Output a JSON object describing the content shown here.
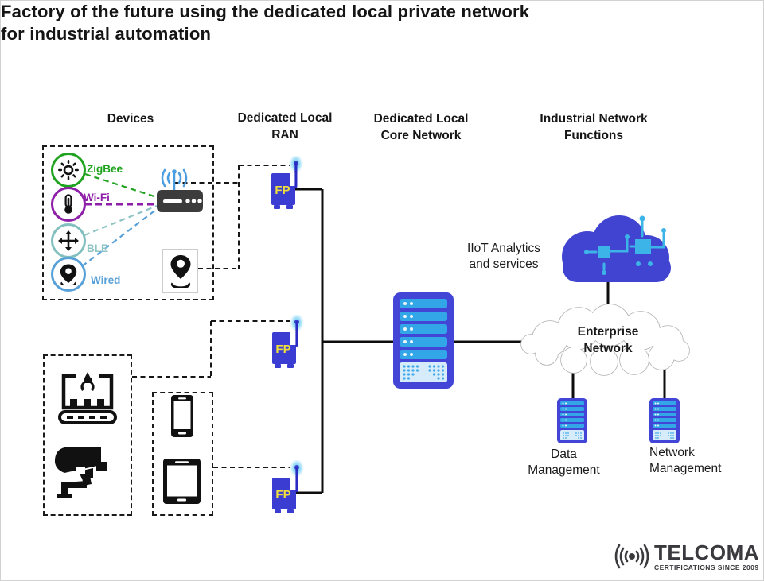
{
  "title": {
    "line1": "Factory of the future using the dedicated local private network",
    "line2": "for industrial automation"
  },
  "columns": {
    "devices": "Devices",
    "ran": {
      "line1": "Dedicated Local",
      "line2": "RAN"
    },
    "core": {
      "line1": "Dedicated Local",
      "line2": "Core Network"
    },
    "industrial": {
      "line1": "Industrial Network",
      "line2": "Functions"
    }
  },
  "devices": {
    "items": [
      {
        "label": "ZigBee",
        "color": "#1fa31f",
        "icon": "sun-icon"
      },
      {
        "label": "Wi-Fi",
        "color": "#8e1fa8",
        "icon": "thermometer-icon"
      },
      {
        "label": "BLE",
        "color": "#8fc4c4",
        "icon": "move-arrows-icon"
      },
      {
        "label": "Wired",
        "color": "#58a0d8",
        "icon": "location-pin-icon"
      }
    ]
  },
  "ran": {
    "fp_label": "FP"
  },
  "iiot": {
    "line1": "IIoT Analytics",
    "line2": "and services"
  },
  "enterprise": {
    "line1": "Enterprise",
    "line2": "Network"
  },
  "management": {
    "data": {
      "line1": "Data",
      "line2": "Management"
    },
    "network": {
      "line1": "Network",
      "line2": "Management"
    }
  },
  "logo": {
    "brand": "TELCOMA",
    "tagline": "CERTIFICATIONS SINCE 2009"
  },
  "colors": {
    "fp_box": "#3b3cd2",
    "fp_text": "#f0e03c",
    "server_body": "#4345d6",
    "server_slat": "#33a6e8",
    "server_panel": "#d7ecfb",
    "cloud_iiot": "#4144d0",
    "circuit_blue": "#3db4e8",
    "antenna_blue": "#4a9de0",
    "glow_blue": "#59c4f2",
    "zigbee_green": "#1fa31f",
    "wifi_purple": "#8e1fa8",
    "ble_teal": "#8fc4c4",
    "wired_blue": "#58a0d8",
    "logo_gray": "#3a3a3e"
  }
}
